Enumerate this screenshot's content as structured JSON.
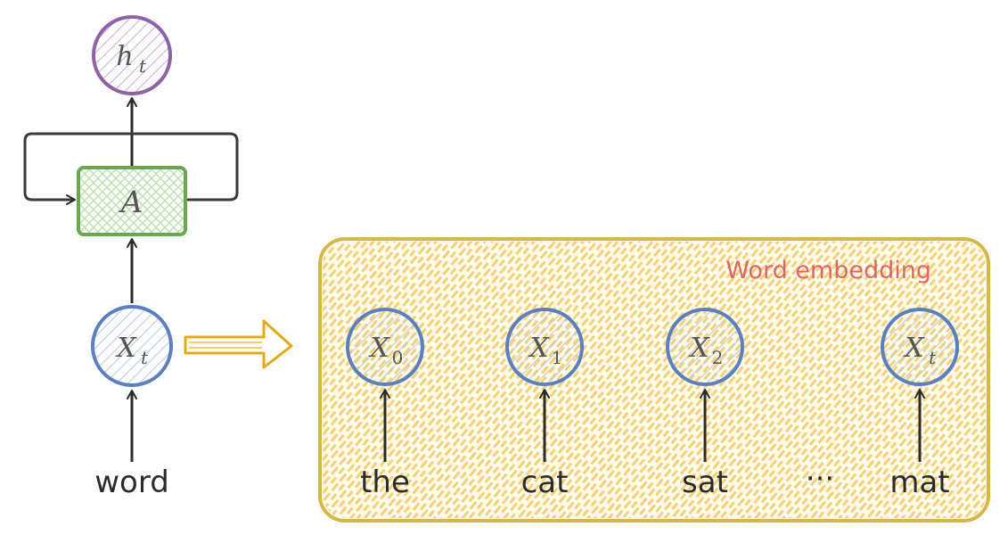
{
  "rnn": {
    "output": {
      "base": "h",
      "sub": "t"
    },
    "cell": {
      "label": "A"
    },
    "input": {
      "base": "X",
      "sub": "t"
    },
    "word": "word"
  },
  "embedding": {
    "title": "Word embedding",
    "nodes": [
      {
        "base": "X",
        "sub": "0",
        "word": "the"
      },
      {
        "base": "X",
        "sub": "1",
        "word": "cat"
      },
      {
        "base": "X",
        "sub": "2",
        "word": "sat"
      },
      {
        "base": "X",
        "sub": "t",
        "word": "mat"
      }
    ],
    "ellipsis": "···"
  },
  "colors": {
    "purple": "#8e63a6",
    "green": "#6aa84f",
    "blue": "#5b7fbf",
    "orange": "#e6a817",
    "yellow_border": "#d6b84a",
    "yellow_fill": "#fff2c7",
    "title": "#e06666",
    "arrow": "#2b2b2b"
  }
}
